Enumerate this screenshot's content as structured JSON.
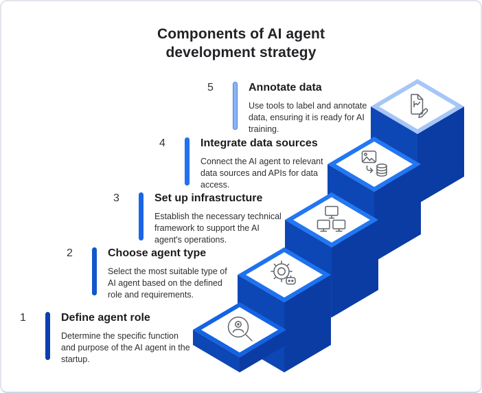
{
  "title": "Components of AI agent development strategy",
  "palette": {
    "white": "#ffffff",
    "navy_sw": "#0d47b5",
    "navy_se": "#0a3ca4",
    "icon_stroke": "#5f6368",
    "title_color": "#222226"
  },
  "steps": [
    {
      "number": "1",
      "title": "Define agent role",
      "description": "Determine the specific function and purpose of the AI agent in the startup.",
      "icon": "robot-search-icon",
      "bar": "#0b3fb0",
      "bar_border": "#0b3fb0",
      "border": "#1463e2"
    },
    {
      "number": "2",
      "title": "Choose agent type",
      "description": "Select the most suitable type of AI agent based on the defined role and requirements.",
      "icon": "gear-robot-icon",
      "bar": "#1256ce",
      "bar_border": "#1256ce",
      "border": "#1e72f0"
    },
    {
      "number": "3",
      "title": "Set up infrastructure",
      "description": "Establish the necessary technical framework to support the AI agent's operations.",
      "icon": "network-monitors-icon",
      "bar": "#1a66e6",
      "bar_border": "#1a66e6",
      "border": "#2277f2"
    },
    {
      "number": "4",
      "title": "Integrate data sources",
      "description": "Connect the AI agent to relevant data sources and APIs for data access.",
      "icon": "image-database-icon",
      "bar": "#2273f2",
      "bar_border": "#1e6ae8",
      "border": "#2277f2"
    },
    {
      "number": "5",
      "title": "Annotate data",
      "description": "Use tools to label and annotate data, ensuring it is ready for AI training.",
      "icon": "annotate-document-icon",
      "bar": "#8ab4f3",
      "bar_border": "#4c80dd",
      "border": "#a6c6f8"
    }
  ]
}
